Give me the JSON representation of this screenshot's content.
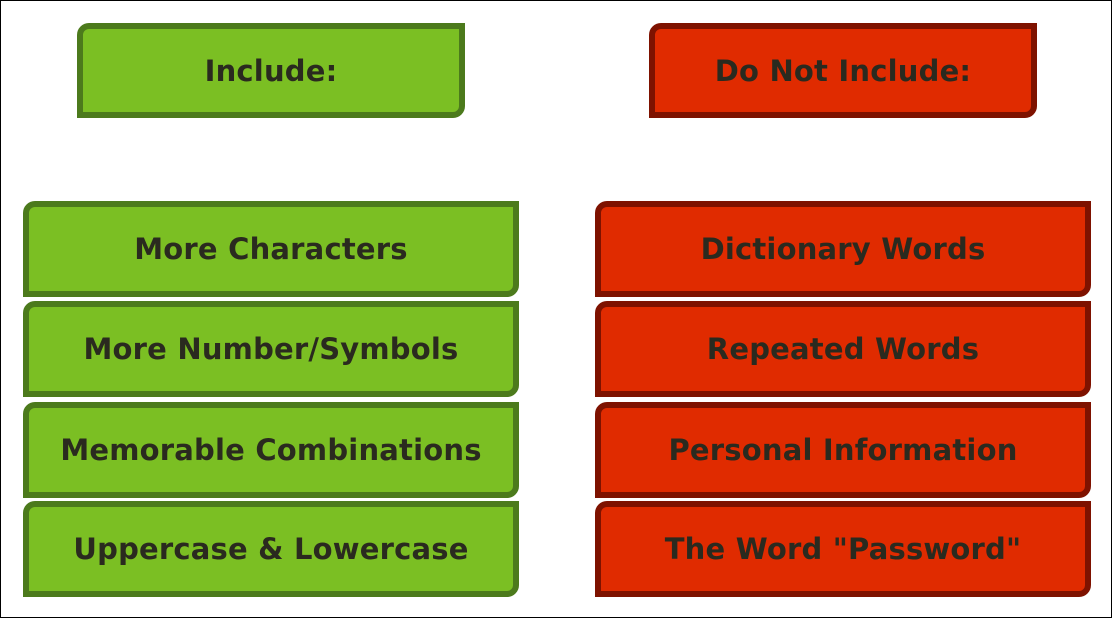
{
  "include": {
    "title": "Include:",
    "items": [
      "More Characters",
      "More Number/Symbols",
      "Memorable Combinations",
      "Uppercase & Lowercase"
    ],
    "fill_color": "#7bbf23",
    "border_color": "#4c7a1c"
  },
  "exclude": {
    "title": "Do Not Include:",
    "items": [
      "Dictionary Words",
      "Repeated Words",
      "Personal Information",
      "The Word \"Password\""
    ],
    "fill_color": "#e02b00",
    "border_color": "#7e1200"
  }
}
